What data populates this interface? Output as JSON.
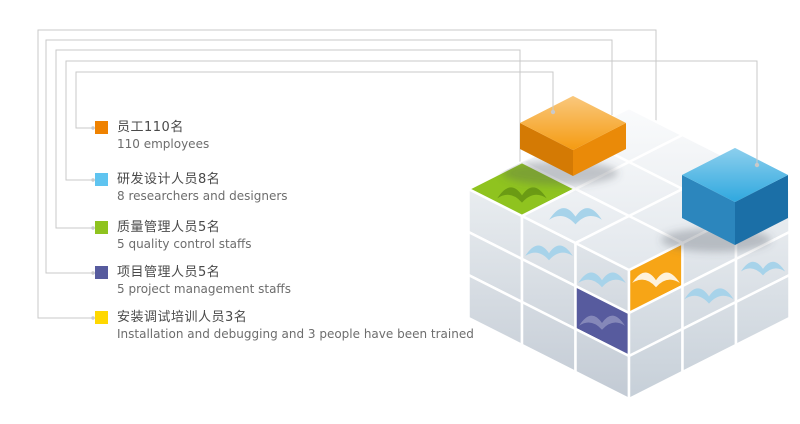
{
  "legend": {
    "items": [
      {
        "id": "employees",
        "label_zh": "员工110名",
        "label_en": "110 employees",
        "count": 110,
        "color": "#EF8200"
      },
      {
        "id": "researchers",
        "label_zh": "研发设计人员8名",
        "label_en": "8 researchers and designers",
        "count": 8,
        "color": "#5FC4F0"
      },
      {
        "id": "quality",
        "label_zh": "质量管理人员5名",
        "label_en": "5 quality control staffs",
        "count": 5,
        "color": "#8FC31F"
      },
      {
        "id": "project",
        "label_zh": "项目管理人员5名",
        "label_en": "5 project management staffs",
        "count": 5,
        "color": "#575B9E"
      },
      {
        "id": "installation",
        "label_zh": "安装调试培训人员3名",
        "label_en": "Installation and debugging and 3 people have been trained",
        "count": 3,
        "color": "#FFD800"
      }
    ]
  },
  "cube": {
    "raised_orange": {
      "top": "#F59B12",
      "left": "#D47A04",
      "right": "#EA8A08"
    },
    "raised_blue": {
      "top": "#2FA8DF",
      "left": "#2C86BD",
      "right": "#1B6FA7"
    },
    "cells": {
      "green": "#8FC31F",
      "purple": "#575B9E",
      "yellow_orange": "#F7A516"
    },
    "logo_blue": "#A7D3EA",
    "connector": "#C9C9C9"
  }
}
